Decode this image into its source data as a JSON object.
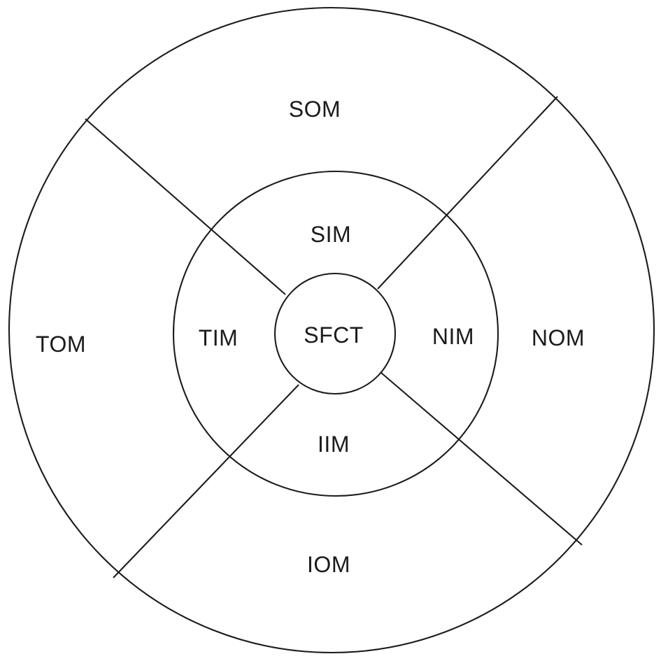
{
  "diagram": {
    "type": "concentric-rings",
    "background_color": "#ffffff",
    "stroke_color": "#1c1c1c",
    "labels": {
      "center": "SFCT",
      "inner_ring": {
        "top": "SIM",
        "left": "TIM",
        "right": "NIM",
        "bottom": "IIM"
      },
      "outer_ring": {
        "top": "SOM",
        "left": "TOM",
        "right": "NOM",
        "bottom": "IOM"
      }
    }
  }
}
